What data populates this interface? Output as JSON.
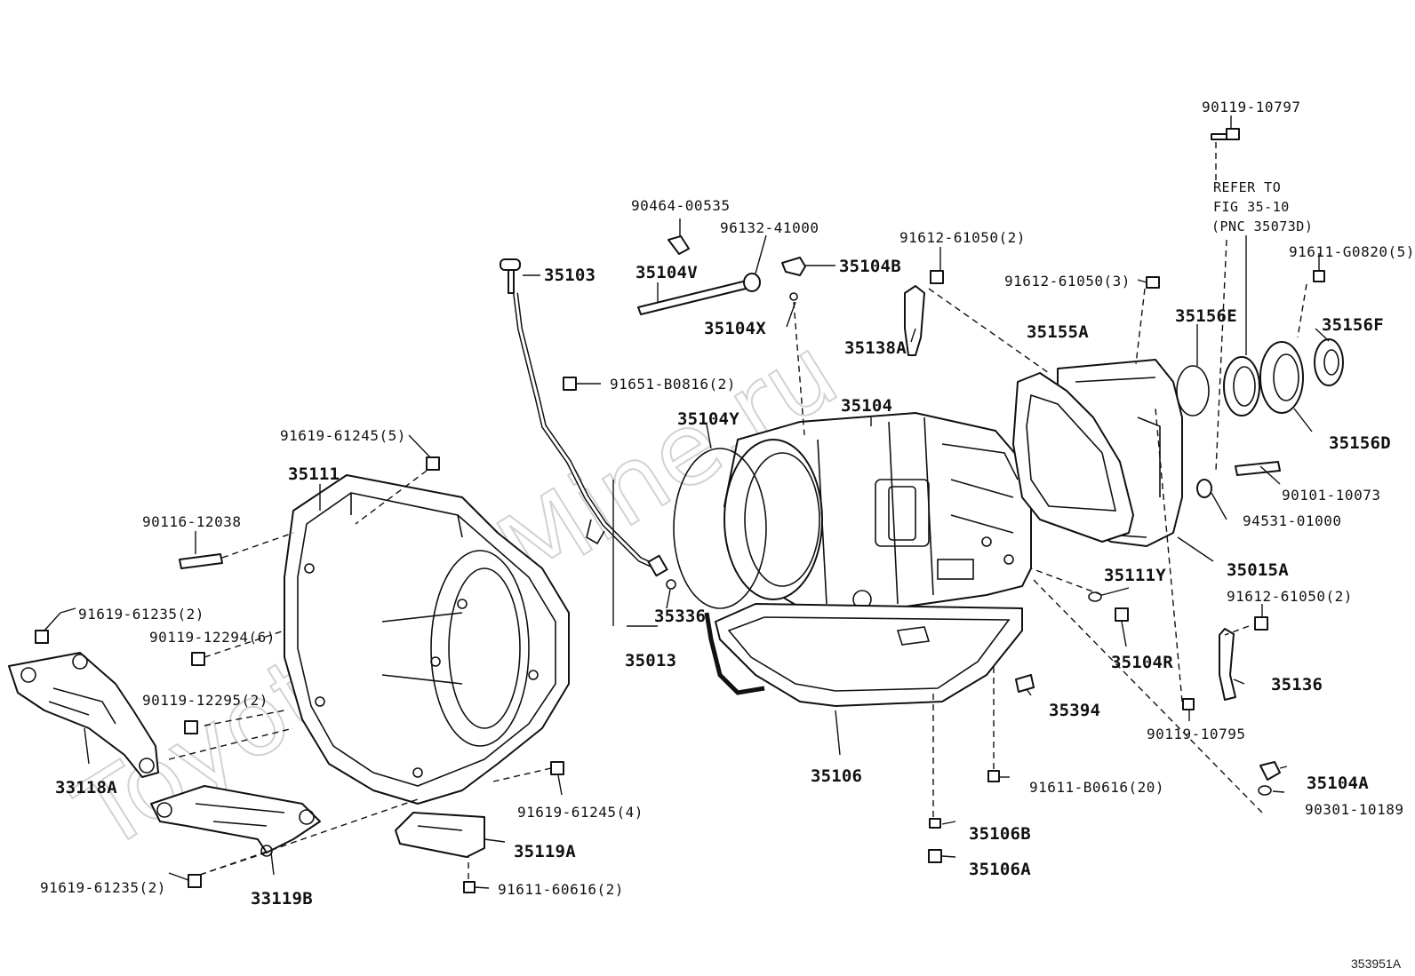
{
  "watermark": "ToyotaCarMine.ru",
  "diagram_ref": "353951A",
  "refer_note": {
    "line1": "REFER TO",
    "line2": "FIG 35-10",
    "line3": "(PNC 35073D)"
  },
  "labels": {
    "p90119_10797": "90119-10797",
    "p90464_00535": "90464-00535",
    "p96132_41000": "96132-41000",
    "p35103": "35103",
    "p35104V": "35104V",
    "p35104B": "35104B",
    "p91612_61050_2_top": "91612-61050(2)",
    "p91612_61050_3": "91612-61050(3)",
    "p91611_G0820_5": "91611-G0820(5)",
    "p35104X": "35104X",
    "p35138A": "35138A",
    "p35155A": "35155A",
    "p35156E": "35156E",
    "p35156F": "35156F",
    "p91651_B0816_2": "91651-B0816(2)",
    "p35104": "35104",
    "p35104Y": "35104Y",
    "p35156D": "35156D",
    "p91619_61245_5": "91619-61245(5)",
    "p35111": "35111",
    "p90101_10073": "90101-10073",
    "p94531_01000": "94531-01000",
    "p90116_12038": "90116-12038",
    "p35015A": "35015A",
    "p35111Y": "35111Y",
    "p91612_61050_2_right": "91612-61050(2)",
    "p35336": "35336",
    "p91619_61235_2_a": "91619-61235(2)",
    "p90119_12294_6": "90119-12294(6)",
    "p35013": "35013",
    "p35104R": "35104R",
    "p35136": "35136",
    "p90119_12295_2": "90119-12295(2)",
    "p35394": "35394",
    "p90119_10795": "90119-10795",
    "p33118A": "33118A",
    "p35106": "35106",
    "p91619_61245_4": "91619-61245(4)",
    "p91611_B0616_20": "91611-B0616(20)",
    "p35104A": "35104A",
    "p90301_10189": "90301-10189",
    "p35119A": "35119A",
    "p35106B": "35106B",
    "p91619_61235_2_b": "91619-61235(2)",
    "p33119B": "33119B",
    "p91611_60616_2": "91611-60616(2)",
    "p35106A": "35106A"
  }
}
